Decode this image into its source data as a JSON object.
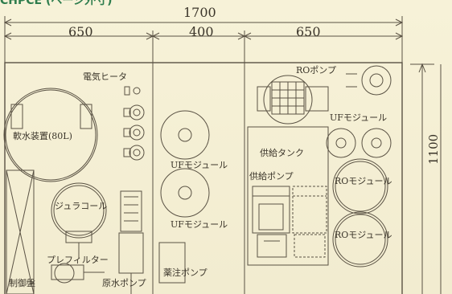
{
  "header": {
    "title_fragment": "CHPCE (ページ外寸)",
    "title_color": "#2e7d4d"
  },
  "dimensions": {
    "total_width": "1700",
    "left_width": "650",
    "middle_width": "400",
    "right_width": "650",
    "height": "1100"
  },
  "components": {
    "heater": "電気ヒータ",
    "softener": "軟水装置(80L)",
    "coil": "ジュラコール",
    "prefilter": "プレフィルター",
    "control_panel": "制御盤",
    "raw_pump": "原水ポンプ",
    "uf_module_1": "UFモジュール",
    "uf_module_2": "UFモジュール",
    "chem_pump": "薬注ポンプ",
    "ro_pump": "ROポンプ",
    "uf_module_3": "UFモジュール",
    "supply_tank": "供給タンク",
    "supply_pump": "供給ポンプ",
    "ro_module_1": "ROモジュール",
    "ro_module_2": "ROモジュール"
  },
  "colors": {
    "line": "#5a5244",
    "paper": "#f4efd2"
  }
}
